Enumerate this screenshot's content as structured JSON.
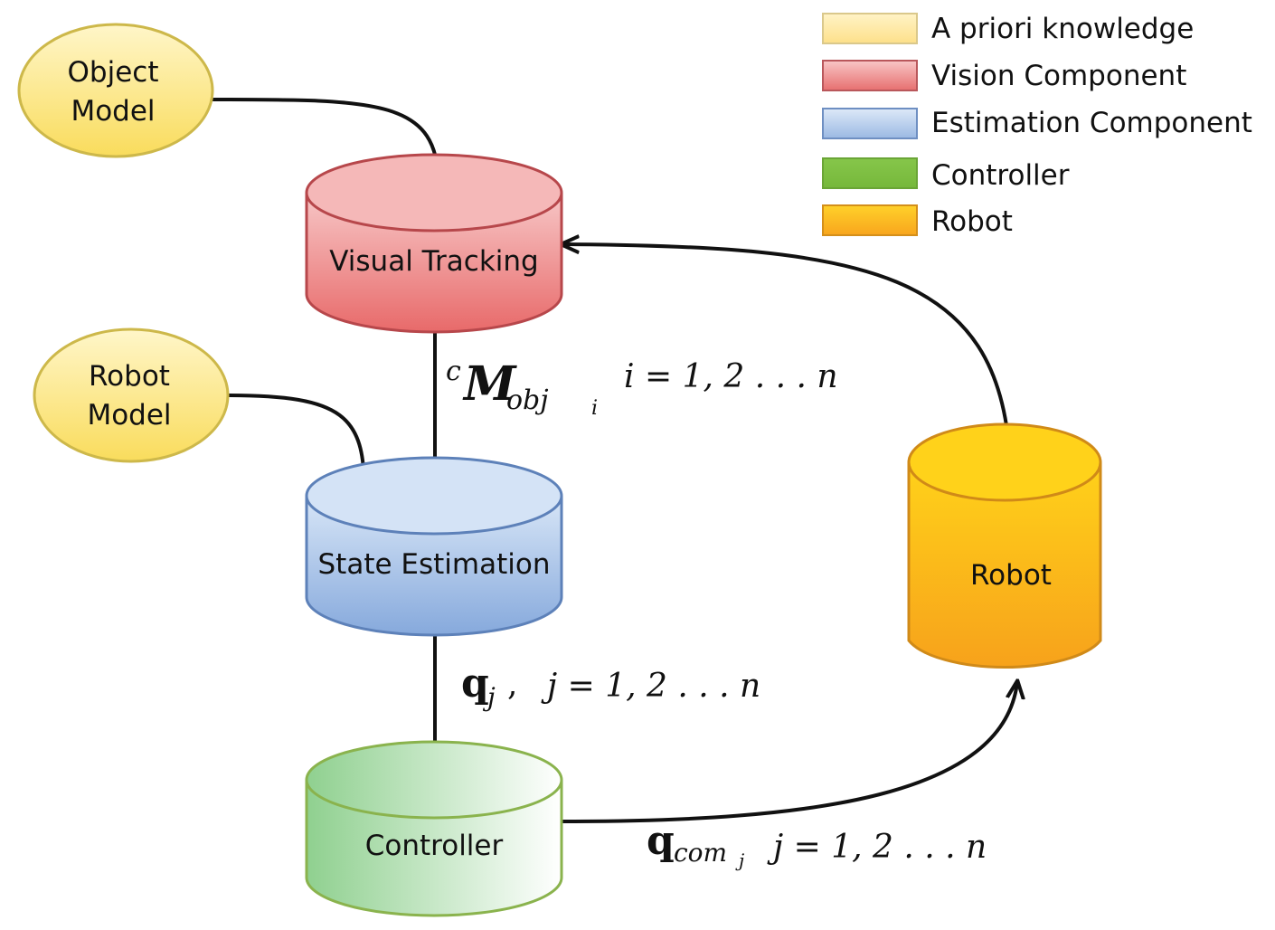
{
  "nodes": {
    "object_model": {
      "line1": "Object",
      "line2": "Model"
    },
    "robot_model": {
      "line1": "Robot",
      "line2": "Model"
    },
    "visual_tracking": {
      "label": "Visual Tracking"
    },
    "state_estimation": {
      "label": "State Estimation"
    },
    "controller": {
      "label": "Controller"
    },
    "robot": {
      "label": "Robot"
    }
  },
  "edge_labels": {
    "tracking_to_estimation": {
      "pre_superscript": "c",
      "symbol": "M",
      "subscript": "obj",
      "sub_subscript": "i",
      "range": "i = 1, 2 . . . n"
    },
    "estimation_to_controller": {
      "symbol": "q",
      "subscript": "j",
      "separator": ",",
      "range": "j = 1, 2 . . . n"
    },
    "controller_to_robot": {
      "symbol": "q",
      "subscript": "com",
      "sub_subscript": "j",
      "range": "j = 1, 2 . . . n"
    }
  },
  "legend": [
    {
      "label": "A priori knowledge",
      "color": "#fde9a8"
    },
    {
      "label": "Vision Component",
      "color": "#ee8a8a"
    },
    {
      "label": "Estimation Component",
      "color": "#b4cbea"
    },
    {
      "label": "Controller",
      "color": "#7cc142"
    },
    {
      "label": "Robot",
      "color": "#fbb710"
    }
  ]
}
